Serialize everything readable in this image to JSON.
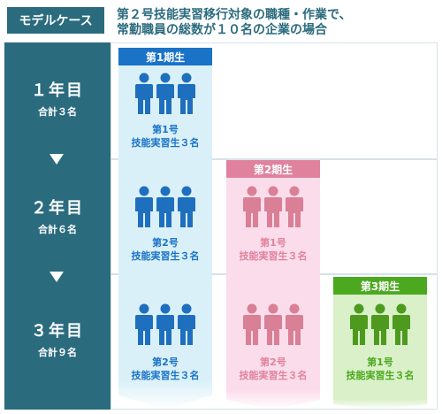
{
  "header": {
    "badge": "モデルケース",
    "line1": "第２号技能実習移行対象の職種・作業で、",
    "line2": "常勤職員の総数が１０名の企業の場合"
  },
  "years": [
    {
      "title": "１年目",
      "total": "合計３名"
    },
    {
      "title": "２年目",
      "total": "合計６名"
    },
    {
      "title": "３年目",
      "total": "合計９名"
    }
  ],
  "cohorts": [
    {
      "label": "第1期生",
      "color": "#1a73c7",
      "person_color": "#1f6fbf",
      "bg": "#daf0f8"
    },
    {
      "label": "第2期生",
      "color": "#e0829d",
      "person_color": "#d97f96",
      "bg": "#fbdcea"
    },
    {
      "label": "第3期生",
      "color": "#4ca91f",
      "person_color": "#4d9a1f",
      "bg": "#d9f0c8"
    }
  ],
  "captions": {
    "y1c1": {
      "l1": "第1号",
      "l2": "技能実習生３名"
    },
    "y2c1": {
      "l1": "第2号",
      "l2": "技能実習生３名"
    },
    "y2c2": {
      "l1": "第1号",
      "l2": "技能実習生３名"
    },
    "y3c1": {
      "l1": "第2号",
      "l2": "技能実習生３名"
    },
    "y3c2": {
      "l1": "第2号",
      "l2": "技能実習生３名"
    },
    "y3c3": {
      "l1": "第1号",
      "l2": "技能実習生３名"
    }
  }
}
